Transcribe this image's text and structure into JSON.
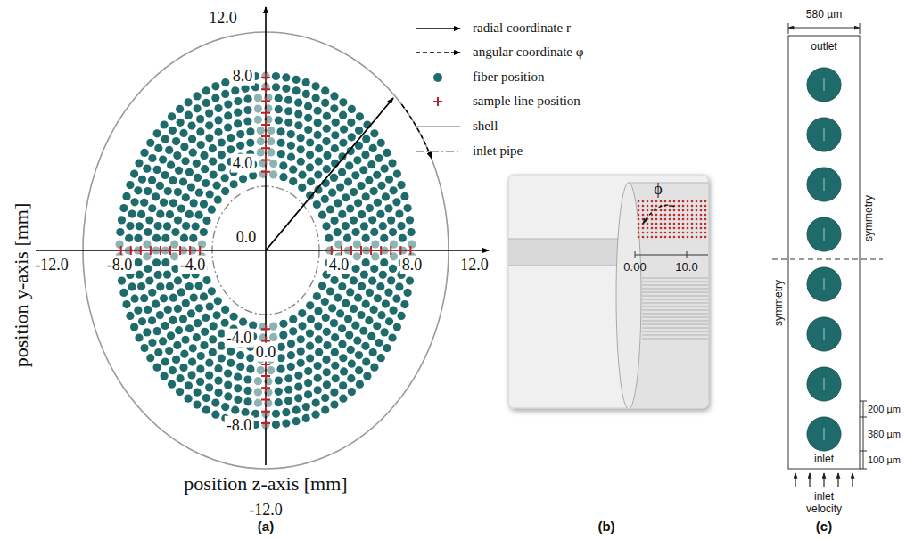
{
  "diagram": {
    "labels": [
      "12.0",
      "8.0",
      "4.0",
      "0.0",
      "-4.0",
      "-8.0",
      "-12.0",
      "-12.0",
      "-8.0",
      "-4.0",
      "0.0",
      "4.0",
      "8.0",
      "12.0",
      "position y-axis [mm]",
      "position z-axis [mm]",
      "ϕ",
      "0.00",
      "10.0",
      "580 µm",
      "outlet",
      "symmetry",
      "symmetry",
      "200 µm",
      "380 µm",
      "100 µm",
      "inlet",
      "inlet velocity",
      "(a)",
      "(b)",
      "(c)"
    ],
    "legend": [
      {
        "text": "radial coordinate r"
      },
      {
        "text": "angular coordinate φ"
      },
      {
        "text": "fiber position",
        "color": "#1f6b6b"
      },
      {
        "text": "sample line position"
      },
      {
        "text": "shell"
      },
      {
        "text": "inlet pipe"
      }
    ]
  }
}
